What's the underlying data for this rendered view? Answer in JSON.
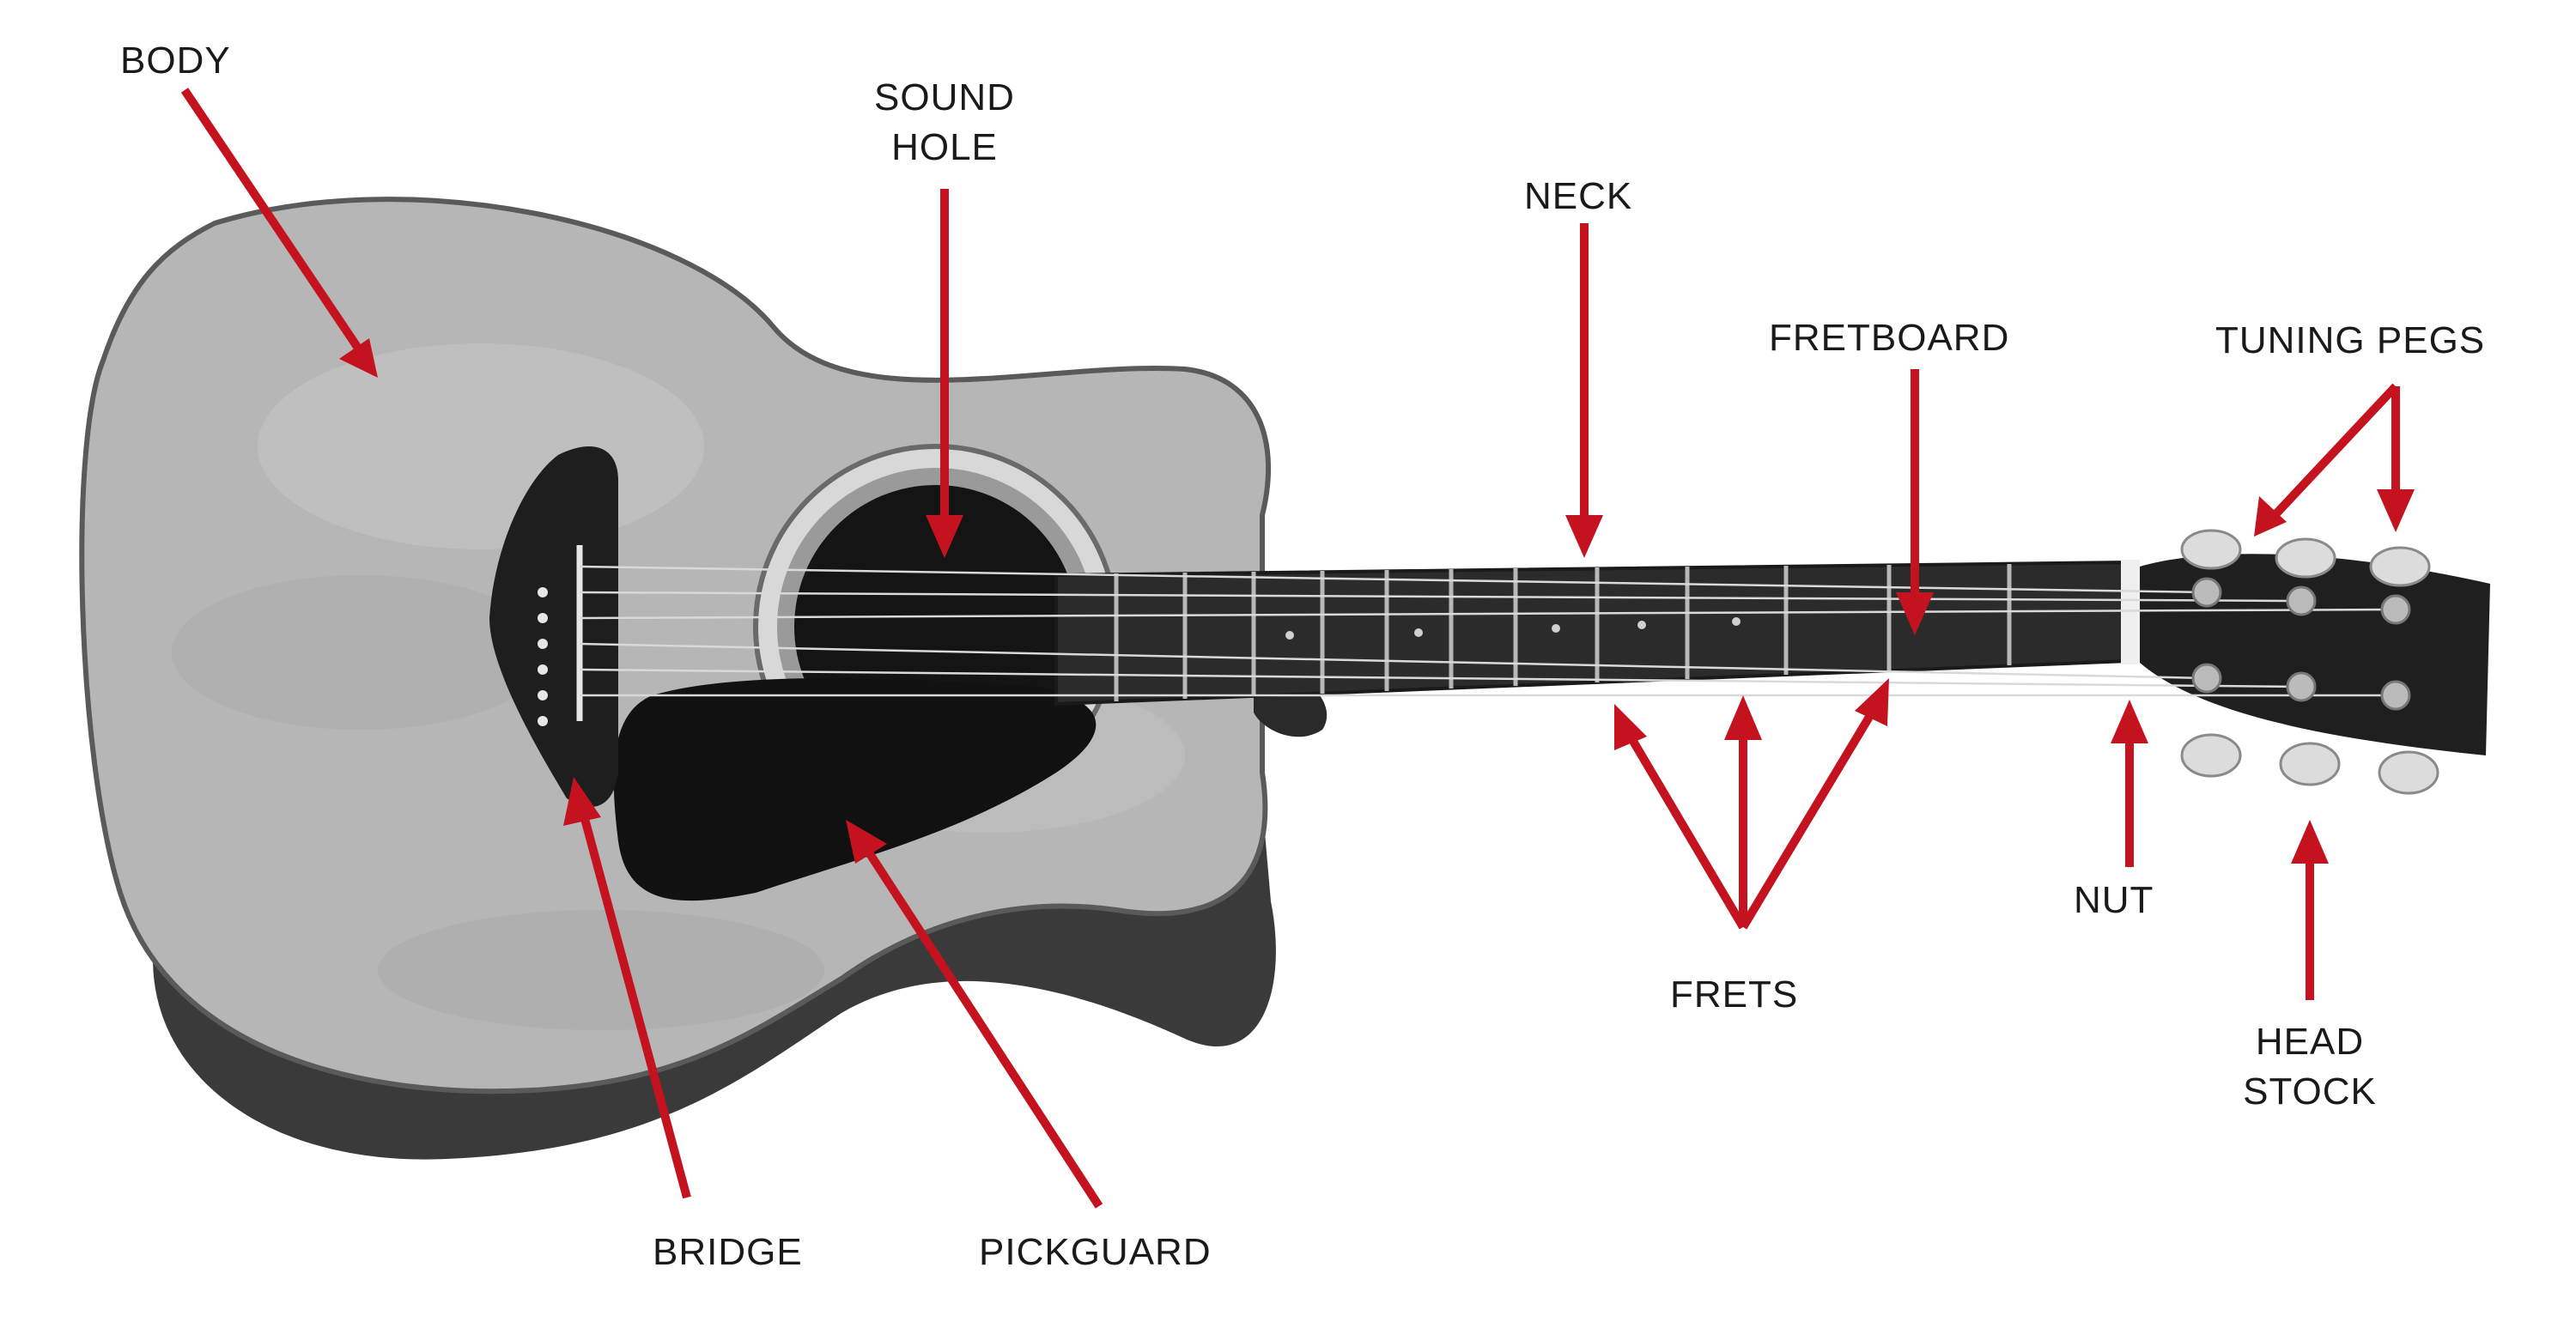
{
  "labels": {
    "body": "BODY",
    "sound_hole_line1": "SOUND",
    "sound_hole_line2": "HOLE",
    "neck": "NECK",
    "fretboard": "FRETBOARD",
    "tuning_pegs": "TUNING PEGS",
    "frets": "FRETS",
    "nut": "NUT",
    "head_stock_line1": "HEAD",
    "head_stock_line2": "STOCK",
    "bridge": "BRIDGE",
    "pickguard": "PICKGUARD"
  },
  "colors": {
    "arrow": "#c5121f",
    "label": "#1a1a1a",
    "top_wood": "#b6b6b6",
    "side_wood": "#3a3a3a",
    "fretboard": "#2b2b2b",
    "pickguard": "#111111"
  }
}
